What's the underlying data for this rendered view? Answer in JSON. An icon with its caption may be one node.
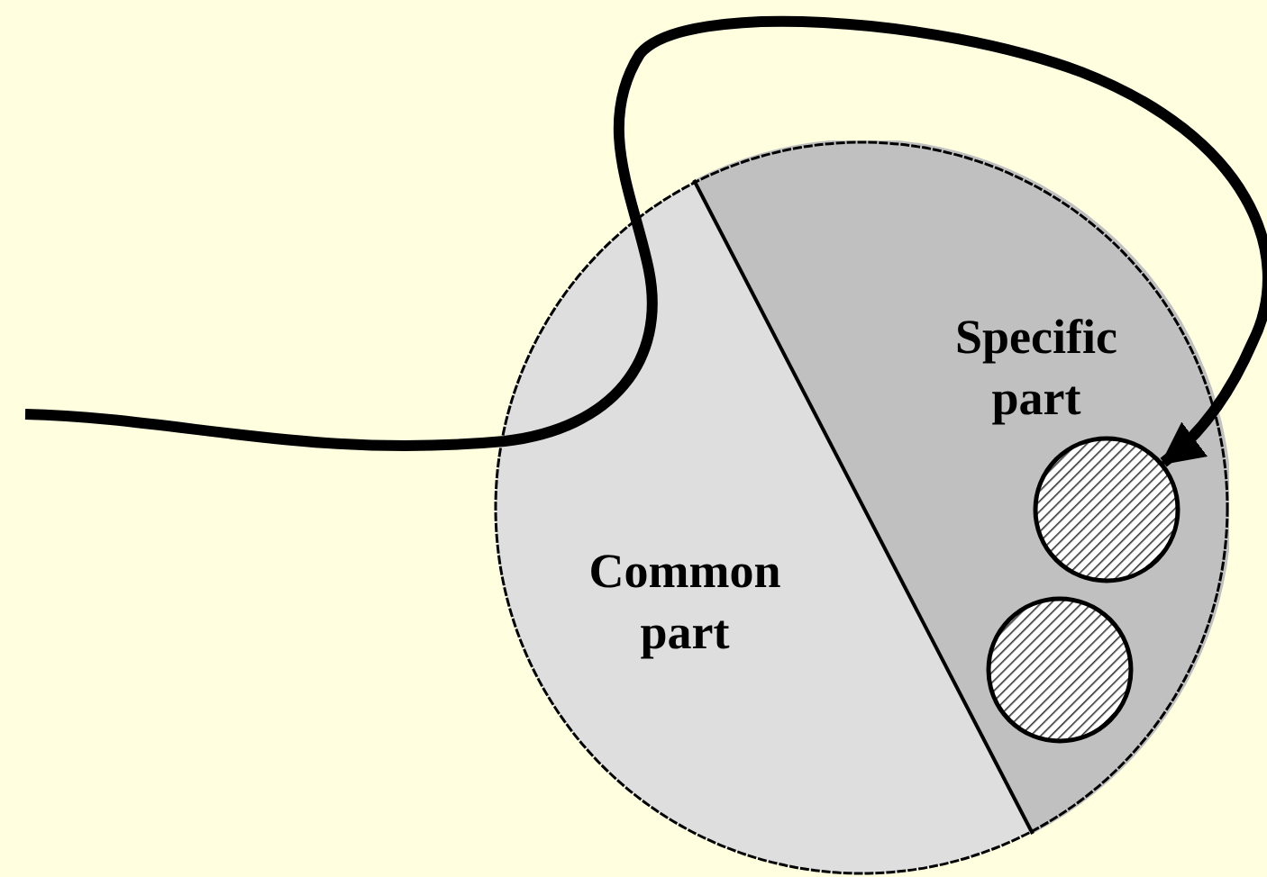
{
  "diagram": {
    "nodes": [
      {
        "text": [
          "Common part",
          "Specific part"
        ]
      },
      {
        "text": [],
        "shape": "circle",
        "in": 0
      },
      {
        "text": [],
        "shape": "circle",
        "in": 0
      }
    ],
    "edges": [
      {
        "from": null,
        "to": 1,
        "arrow": "to"
      }
    ]
  }
}
